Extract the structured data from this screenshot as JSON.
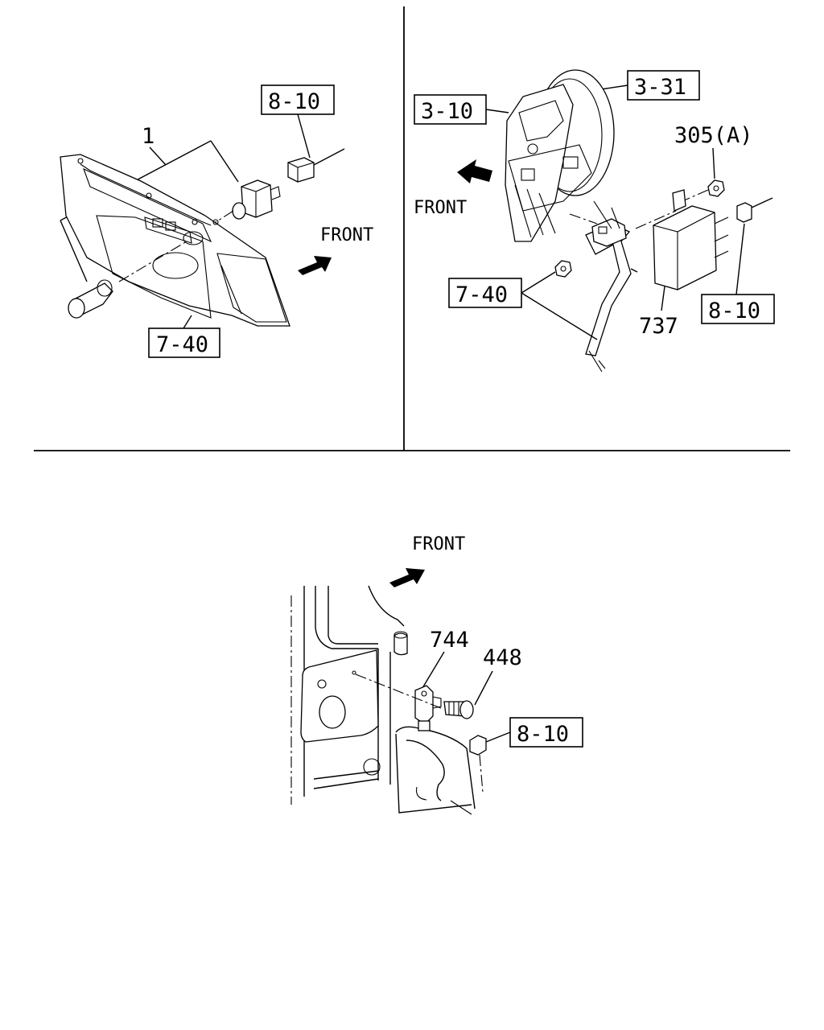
{
  "panels": {
    "top_left": {
      "front_label": "FRONT",
      "callouts": [
        "8-10",
        "1",
        "7-40"
      ]
    },
    "top_right": {
      "front_label": "FRONT",
      "callouts": [
        "3-31",
        "3-10",
        "305(A)",
        "7-40",
        "737",
        "8-10"
      ]
    },
    "bottom": {
      "front_label": "FRONT",
      "callouts": [
        "744",
        "448",
        "8-10"
      ]
    }
  }
}
